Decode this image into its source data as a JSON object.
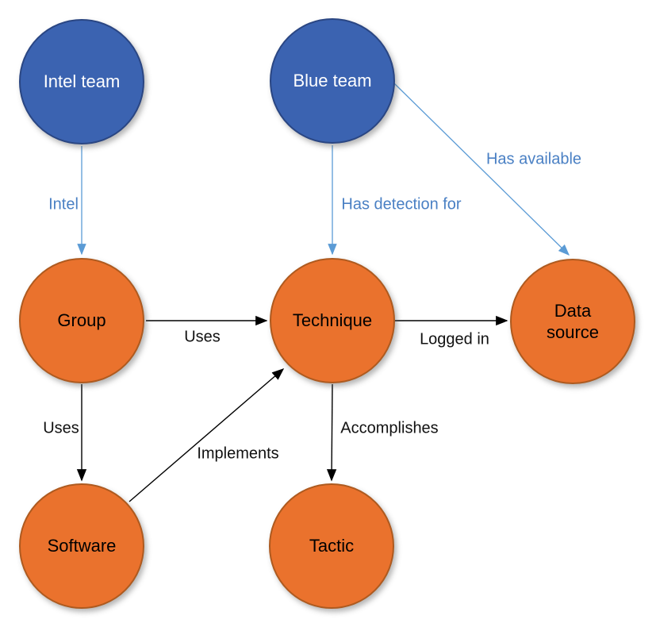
{
  "diagram": {
    "background": "#ffffff",
    "colors": {
      "team_fill": "#3B63B1",
      "team_border": "#2A4683",
      "team_text": "#ffffff",
      "entity_fill": "#EA722D",
      "entity_border": "#AE5A1F",
      "entity_text": "#000000",
      "blue_edge_line": "#5B9BD5",
      "blue_edge_label": "#4A80C4",
      "black_edge_line": "#000000",
      "black_edge_label": "#111111"
    },
    "nodes": [
      {
        "id": "intel-team",
        "label": "Intel team",
        "type": "team"
      },
      {
        "id": "blue-team",
        "label": "Blue team",
        "type": "team"
      },
      {
        "id": "group",
        "label": "Group",
        "type": "entity"
      },
      {
        "id": "technique",
        "label": "Technique",
        "type": "entity"
      },
      {
        "id": "data-source",
        "label": "Data source",
        "type": "entity"
      },
      {
        "id": "software",
        "label": "Software",
        "type": "entity"
      },
      {
        "id": "tactic",
        "label": "Tactic",
        "type": "entity"
      }
    ],
    "edges": [
      {
        "from": "intel-team",
        "to": "group",
        "label": "Intel",
        "style": "blue"
      },
      {
        "from": "blue-team",
        "to": "technique",
        "label": "Has detection for",
        "style": "blue"
      },
      {
        "from": "blue-team",
        "to": "data-source",
        "label": "Has available",
        "style": "blue"
      },
      {
        "from": "group",
        "to": "technique",
        "label": "Uses",
        "style": "black"
      },
      {
        "from": "group",
        "to": "software",
        "label": "Uses",
        "style": "black"
      },
      {
        "from": "software",
        "to": "technique",
        "label": "Implements",
        "style": "black"
      },
      {
        "from": "technique",
        "to": "data-source",
        "label": "Logged in",
        "style": "black"
      },
      {
        "from": "technique",
        "to": "tactic",
        "label": "Accomplishes",
        "style": "black"
      }
    ]
  }
}
